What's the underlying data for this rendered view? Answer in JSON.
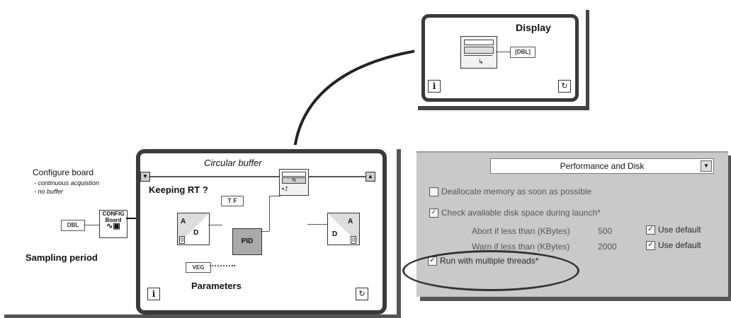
{
  "display": {
    "title": "Display",
    "dbl_terminal": "[DBL]",
    "iteration_terminal": "i"
  },
  "main": {
    "configure_label": "Configure board",
    "config_note_1": "- continuous acquistion",
    "config_note_2": "- no buffer",
    "sampling_label": "Sampling period",
    "dbl_constant": "DBL",
    "config_vi_text_1": "CONFIG",
    "config_vi_text_2": "Board",
    "circular_buffer_label": "Circular buffer",
    "keeping_rt_label": "Keeping RT ?",
    "tf_terminal": "T F",
    "ad_letter_a": "A",
    "ad_letter_d": "D",
    "ad_channel": "0",
    "pid_label": "PID",
    "parameters_constant": "VEG",
    "parameters_label": "Parameters",
    "iteration_terminal": "i"
  },
  "options": {
    "category_select": "Performance and Disk",
    "dealloc": "Deallocate memory as soon as possible",
    "check_disk": "Check available disk space during launch*",
    "abort_label": "Abort if less than (KBytes)",
    "abort_value": "500",
    "warn_label": "Warn if less than (KBytes)",
    "warn_value": "2000",
    "use_default": "Use default",
    "multithread": "Run with multiple threads*"
  }
}
